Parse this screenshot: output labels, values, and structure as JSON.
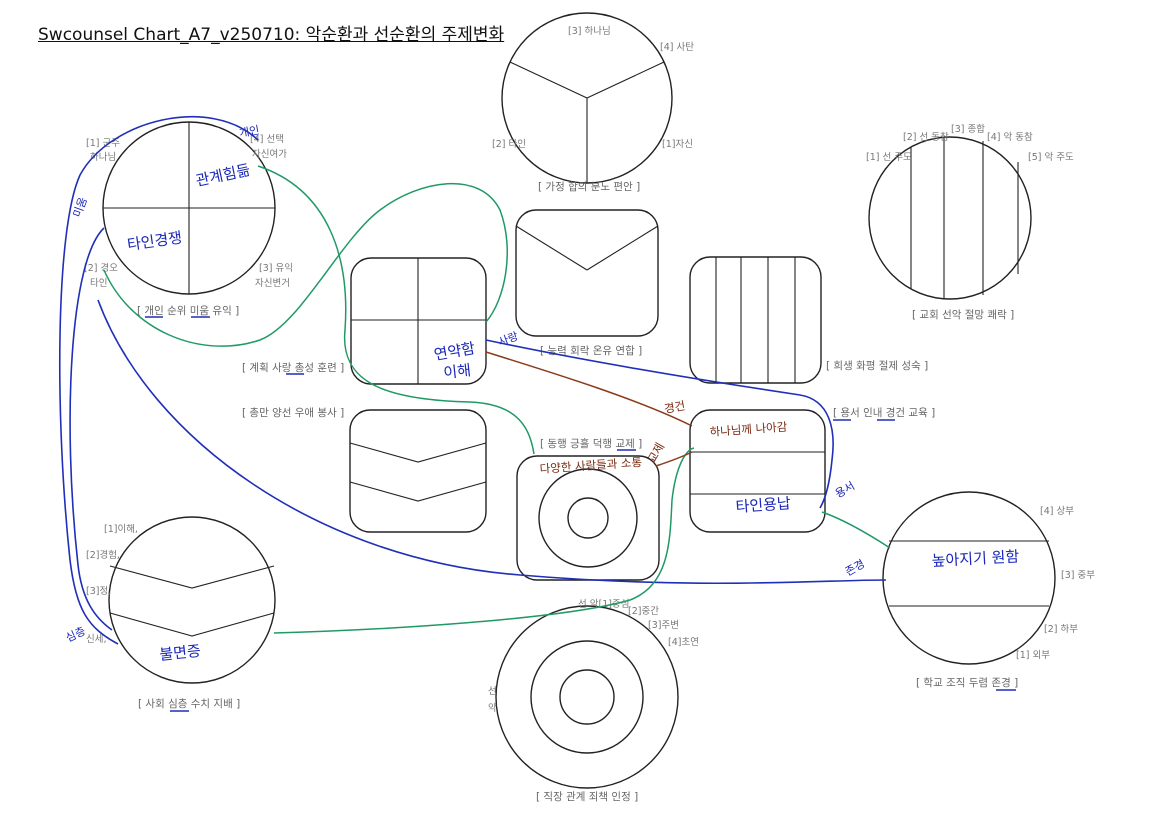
{
  "title": "Swcounsel Chart_A7_v250710: 악순환과 선순환의 주제변화",
  "captions": {
    "c1": "[ 개인 순위 미움 유익 ]",
    "c2": "[ 가정 합의 분노 편안 ]",
    "c3": "[ 교회 선악 절망 쾌락 ]",
    "c4": "[ 계획 사랑 총성 훈련 ]",
    "c5": "[ 능력 회락 온유 연합 ]",
    "c6": "[ 희생 화평 절제 성숙 ]",
    "c7": "[ 총만 양선 우애 봉사 ]",
    "c8": "[ 동행 긍휼 덕행 교제 ]",
    "c9": "[ 용서 인내 경건 교육 ]",
    "c10": "[ 사회 심층 수치 지배 ]",
    "c11": "[ 학교 조직 두렴 존경 ]",
    "c12": "[ 직장 관계 죄책 인정 ]"
  },
  "labels": {
    "a1": "[1] 군주",
    "a2": "하나님",
    "a3": "[4] 선택",
    "a4": "자신여가",
    "a5": "[2] 경오",
    "a6": "타인",
    "a7": "[3] 유익",
    "a8": "자신변거",
    "b1": "[3] 하나님",
    "b2": "[4] 사탄",
    "b3": "[2] 타인",
    "b4": "[1]자신",
    "d1": "[3] 종합",
    "d2": "[2] 선 동참",
    "d3": "[4] 악 동참",
    "d4": "[1] 선 주도",
    "d5": "[5] 악 주도",
    "e1": "[1]이해,",
    "e2": "[2]경험,",
    "e3": "[3]정,",
    "e4": "신세,",
    "f1": "[4] 상부",
    "f2": "[3] 중부",
    "f3": "[2] 하부",
    "f4": "[1] 외부",
    "g1": "선 악[1]중심",
    "g2": "[2]중간",
    "g3": "[3]주변",
    "g4": "[4]초연",
    "g5": "선",
    "g6": "악"
  },
  "handwriting": {
    "h1": "관계힘듦",
    "h2": "타인경쟁",
    "h3": "개인",
    "h4": "미움",
    "h5": "연약함",
    "h6": "이해",
    "h7": "사랑",
    "h8": "다양한 사람들과 소통",
    "h9": "교제",
    "h10": "경건",
    "h11": "하나님께 나아감",
    "h12": "타인용납",
    "h13": "용서",
    "h14": "높아지기 원함",
    "h15": "존경",
    "h16": "심층",
    "h17": "불면증"
  },
  "colors": {
    "blue": "#1f2fb8",
    "green": "#1f9a66",
    "brown": "#8b3a1c"
  }
}
